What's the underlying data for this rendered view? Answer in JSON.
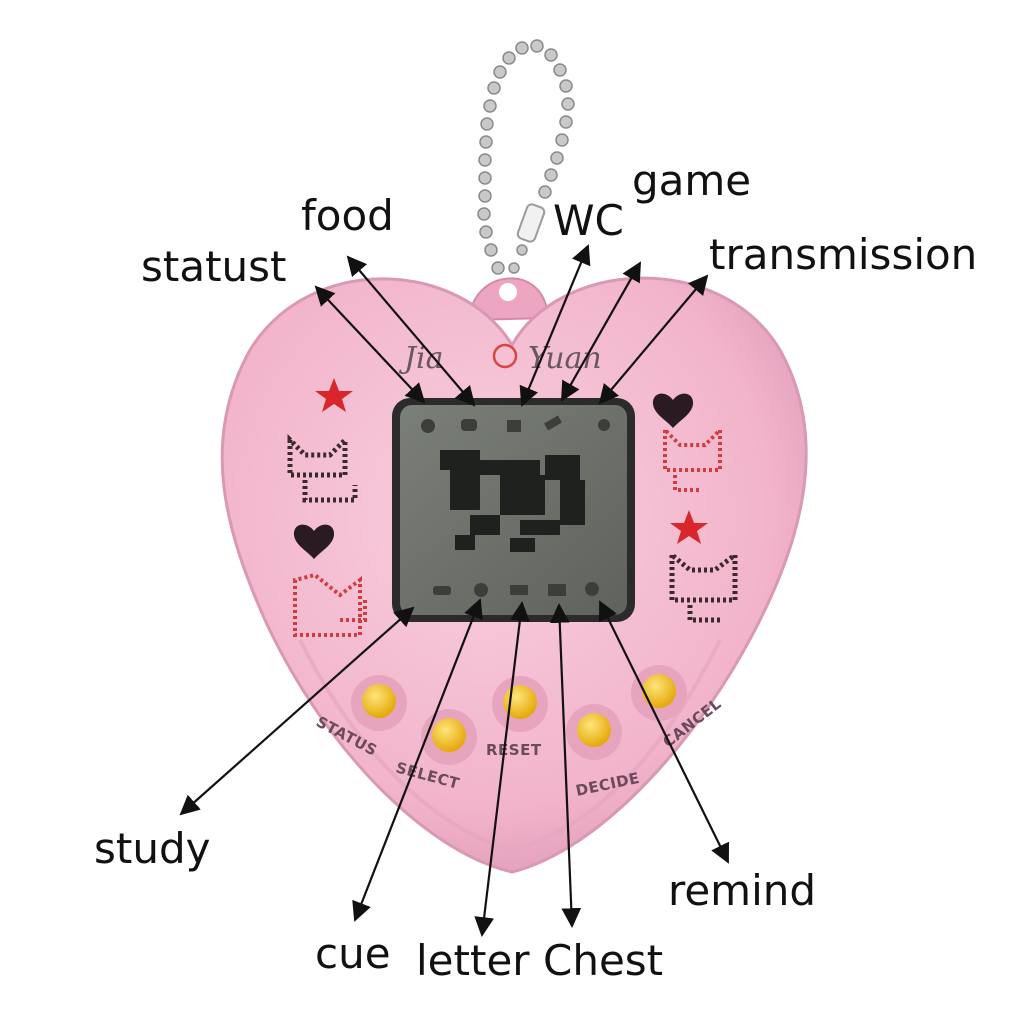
{
  "device": {
    "brand": "Jia Yuan",
    "body_color": "#f2b8cf",
    "screen_color": "#6f736c",
    "button_color": "#f6c51c",
    "button_labels": {
      "status": "STATUS",
      "select": "SELECT",
      "reset": "RESET",
      "decide": "DECIDE",
      "cancel": "CANCEL"
    },
    "screen_icons_top": [
      "status-icon",
      "food-icon",
      "wc-icon",
      "game-icon",
      "transmission-icon"
    ],
    "screen_icons_bottom": [
      "study-icon",
      "cue-icon",
      "letter-icon",
      "chest-icon",
      "remind-icon"
    ]
  },
  "callouts": {
    "statust": "statust",
    "food": "food",
    "wc": "WC",
    "game": "game",
    "transmission": "transmission",
    "study": "study",
    "cue": "cue",
    "letter": "letter",
    "chest": "Chest",
    "remind": "remind"
  }
}
